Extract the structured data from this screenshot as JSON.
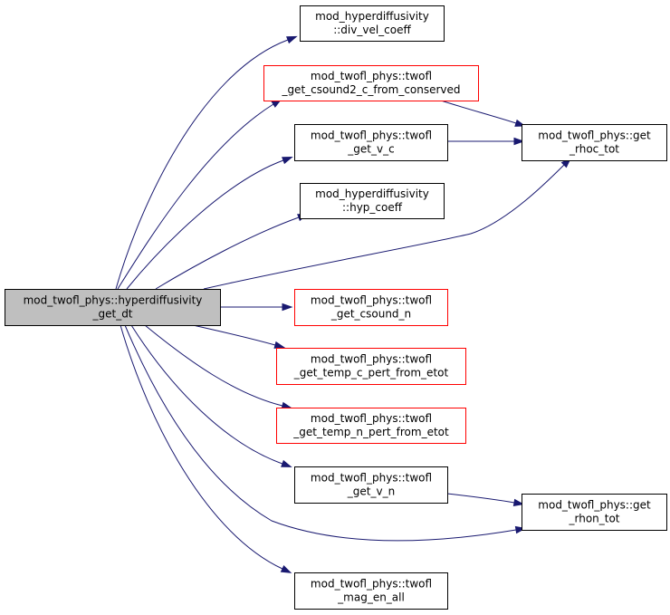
{
  "colors": {
    "edge": "#191970",
    "border_default": "#000000",
    "border_truncated": "#ff0000",
    "focus_fill": "#bfbfbf",
    "node_fill": "#ffffff"
  },
  "nodes": [
    {
      "id": "hyperdiffusivity_get_dt",
      "lines": [
        "mod_twofl_phys::hyperdiffusivity",
        "_get_dt"
      ],
      "style": "focus"
    },
    {
      "id": "div_vel_coeff",
      "lines": [
        "mod_hyperdiffusivity",
        "::div_vel_coeff"
      ],
      "style": "normal"
    },
    {
      "id": "get_csound2_c_from_conserved",
      "lines": [
        "mod_twofl_phys::twofl",
        "_get_csound2_c_from_conserved"
      ],
      "style": "truncated"
    },
    {
      "id": "get_v_c",
      "lines": [
        "mod_twofl_phys::twofl",
        "_get_v_c"
      ],
      "style": "normal"
    },
    {
      "id": "hyp_coeff",
      "lines": [
        "mod_hyperdiffusivity",
        "::hyp_coeff"
      ],
      "style": "normal"
    },
    {
      "id": "get_csound_n",
      "lines": [
        "mod_twofl_phys::twofl",
        "_get_csound_n"
      ],
      "style": "truncated"
    },
    {
      "id": "get_temp_c_pert_from_etot",
      "lines": [
        "mod_twofl_phys::twofl",
        "_get_temp_c_pert_from_etot"
      ],
      "style": "truncated"
    },
    {
      "id": "get_temp_n_pert_from_etot",
      "lines": [
        "mod_twofl_phys::twofl",
        "_get_temp_n_pert_from_etot"
      ],
      "style": "truncated"
    },
    {
      "id": "get_v_n",
      "lines": [
        "mod_twofl_phys::twofl",
        "_get_v_n"
      ],
      "style": "normal"
    },
    {
      "id": "mag_en_all",
      "lines": [
        "mod_twofl_phys::twofl",
        "_mag_en_all"
      ],
      "style": "normal"
    },
    {
      "id": "get_rhoc_tot",
      "lines": [
        "mod_twofl_phys::get",
        "_rhoc_tot"
      ],
      "style": "normal"
    },
    {
      "id": "get_rhon_tot",
      "lines": [
        "mod_twofl_phys::get",
        "_rhon_tot"
      ],
      "style": "normal"
    }
  ],
  "edges": [
    {
      "from": "hyperdiffusivity_get_dt",
      "to": "div_vel_coeff"
    },
    {
      "from": "hyperdiffusivity_get_dt",
      "to": "get_csound2_c_from_conserved"
    },
    {
      "from": "hyperdiffusivity_get_dt",
      "to": "get_v_c"
    },
    {
      "from": "hyperdiffusivity_get_dt",
      "to": "hyp_coeff"
    },
    {
      "from": "hyperdiffusivity_get_dt",
      "to": "get_rhoc_tot"
    },
    {
      "from": "hyperdiffusivity_get_dt",
      "to": "get_csound_n"
    },
    {
      "from": "hyperdiffusivity_get_dt",
      "to": "get_temp_c_pert_from_etot"
    },
    {
      "from": "hyperdiffusivity_get_dt",
      "to": "get_temp_n_pert_from_etot"
    },
    {
      "from": "hyperdiffusivity_get_dt",
      "to": "get_v_n"
    },
    {
      "from": "hyperdiffusivity_get_dt",
      "to": "get_rhon_tot"
    },
    {
      "from": "hyperdiffusivity_get_dt",
      "to": "mag_en_all"
    },
    {
      "from": "get_csound2_c_from_conserved",
      "to": "get_rhoc_tot"
    },
    {
      "from": "get_v_c",
      "to": "get_rhoc_tot"
    },
    {
      "from": "get_v_n",
      "to": "get_rhon_tot"
    }
  ]
}
